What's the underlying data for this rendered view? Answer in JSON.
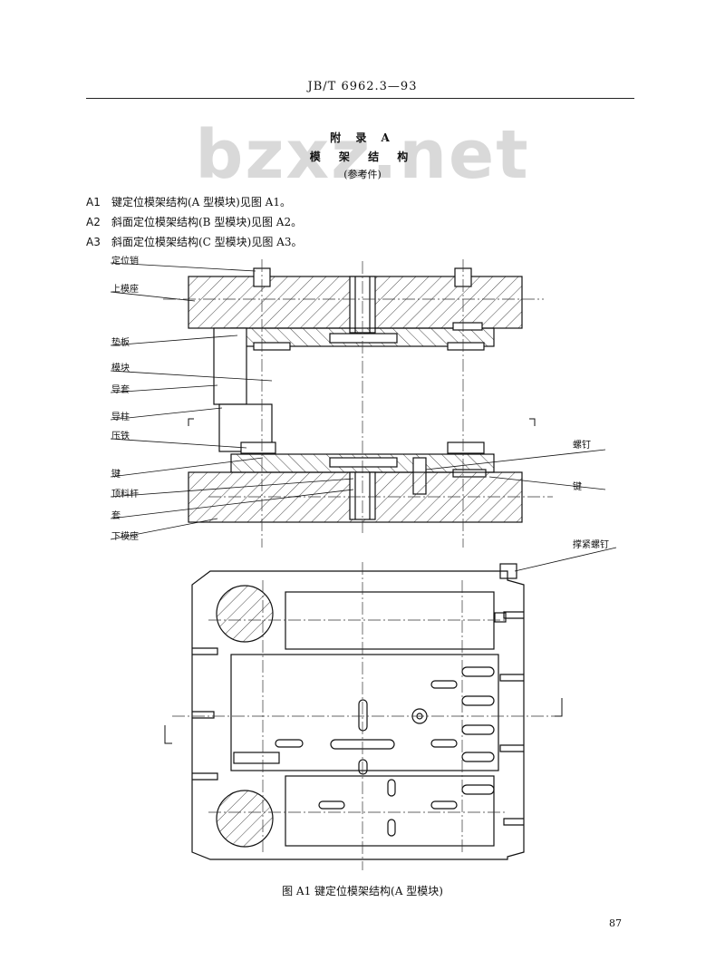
{
  "header": {
    "standard_code": "JB/T 6962.3—93"
  },
  "watermark": "bzxz.net",
  "appendix": {
    "label": "附 录 A",
    "title": "模 架 结 构",
    "note": "(参考件)"
  },
  "items": [
    {
      "num": "A1",
      "text": "键定位模架结构(A 型模块)见图 A1。"
    },
    {
      "num": "A2",
      "text": "斜面定位模架结构(B 型模块)见图 A2。"
    },
    {
      "num": "A3",
      "text": "斜面定位模架结构(C 型模块)见图 A3。"
    }
  ],
  "figure": {
    "labels_left": [
      "定位销",
      "上模座",
      "垫板",
      "模块",
      "导套",
      "导柱",
      "压铁",
      "键",
      "顶料杆",
      "套",
      "下模座"
    ],
    "labels_right": [
      "螺钉",
      "键",
      "撑紧螺钉"
    ],
    "caption": "图 A1   键定位模架结构(A 型模块)"
  },
  "page_number": "87"
}
